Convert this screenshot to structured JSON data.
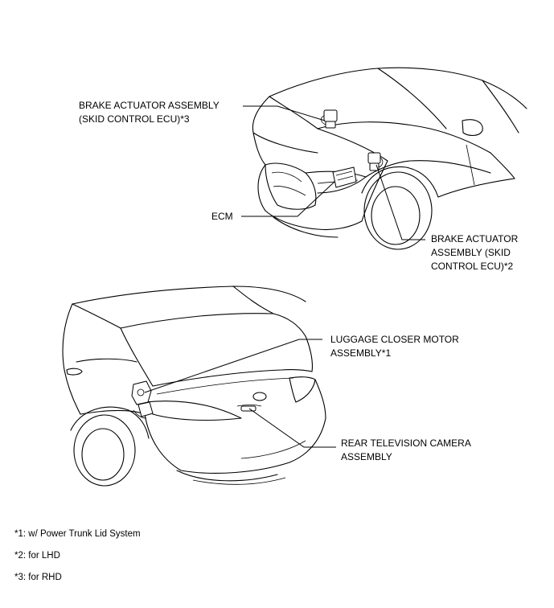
{
  "labels": {
    "brake_actuator_rhd": [
      "BRAKE ACTUATOR ASSEMBLY",
      "(SKID CONTROL ECU)*3"
    ],
    "ecm": [
      "ECM"
    ],
    "brake_actuator_lhd": [
      "BRAKE ACTUATOR",
      "ASSEMBLY (SKID",
      "CONTROL ECU)*2"
    ],
    "luggage_closer": [
      "LUGGAGE CLOSER MOTOR",
      "ASSEMBLY*1"
    ],
    "rear_camera": [
      "REAR TELEVISION CAMERA",
      "ASSEMBLY"
    ]
  },
  "notes": [
    "*1: w/ Power Trunk Lid System",
    "*2: for LHD",
    "*3: for RHD"
  ]
}
